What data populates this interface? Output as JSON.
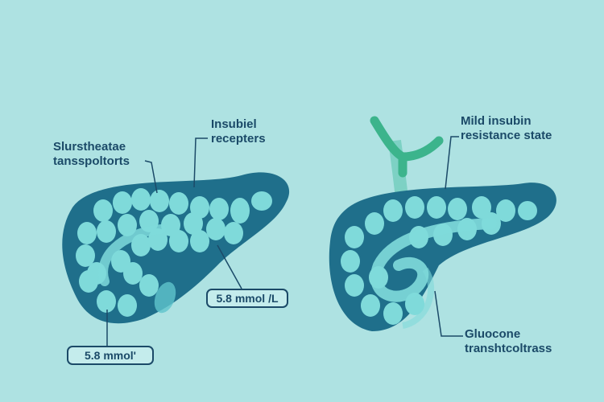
{
  "labels": {
    "left_transporters": [
      "Slurstheatae",
      "tansspoltorts"
    ],
    "insulin_receptors": [
      "Insubiel",
      "recepters"
    ],
    "left_value_right": "5.8 mmol /L",
    "left_value_bottom": "5.8 mmol'",
    "resistance_state": [
      "Mild insubin",
      "resistance state"
    ],
    "glucose_transporters": [
      "Gluocone",
      "transhtcoltrass"
    ]
  },
  "colors": {
    "background": "#aee2e2",
    "organ": "#1f6f8b",
    "cells": "#7fdada",
    "duct": "#3cb48c",
    "text": "#1b4a68"
  }
}
